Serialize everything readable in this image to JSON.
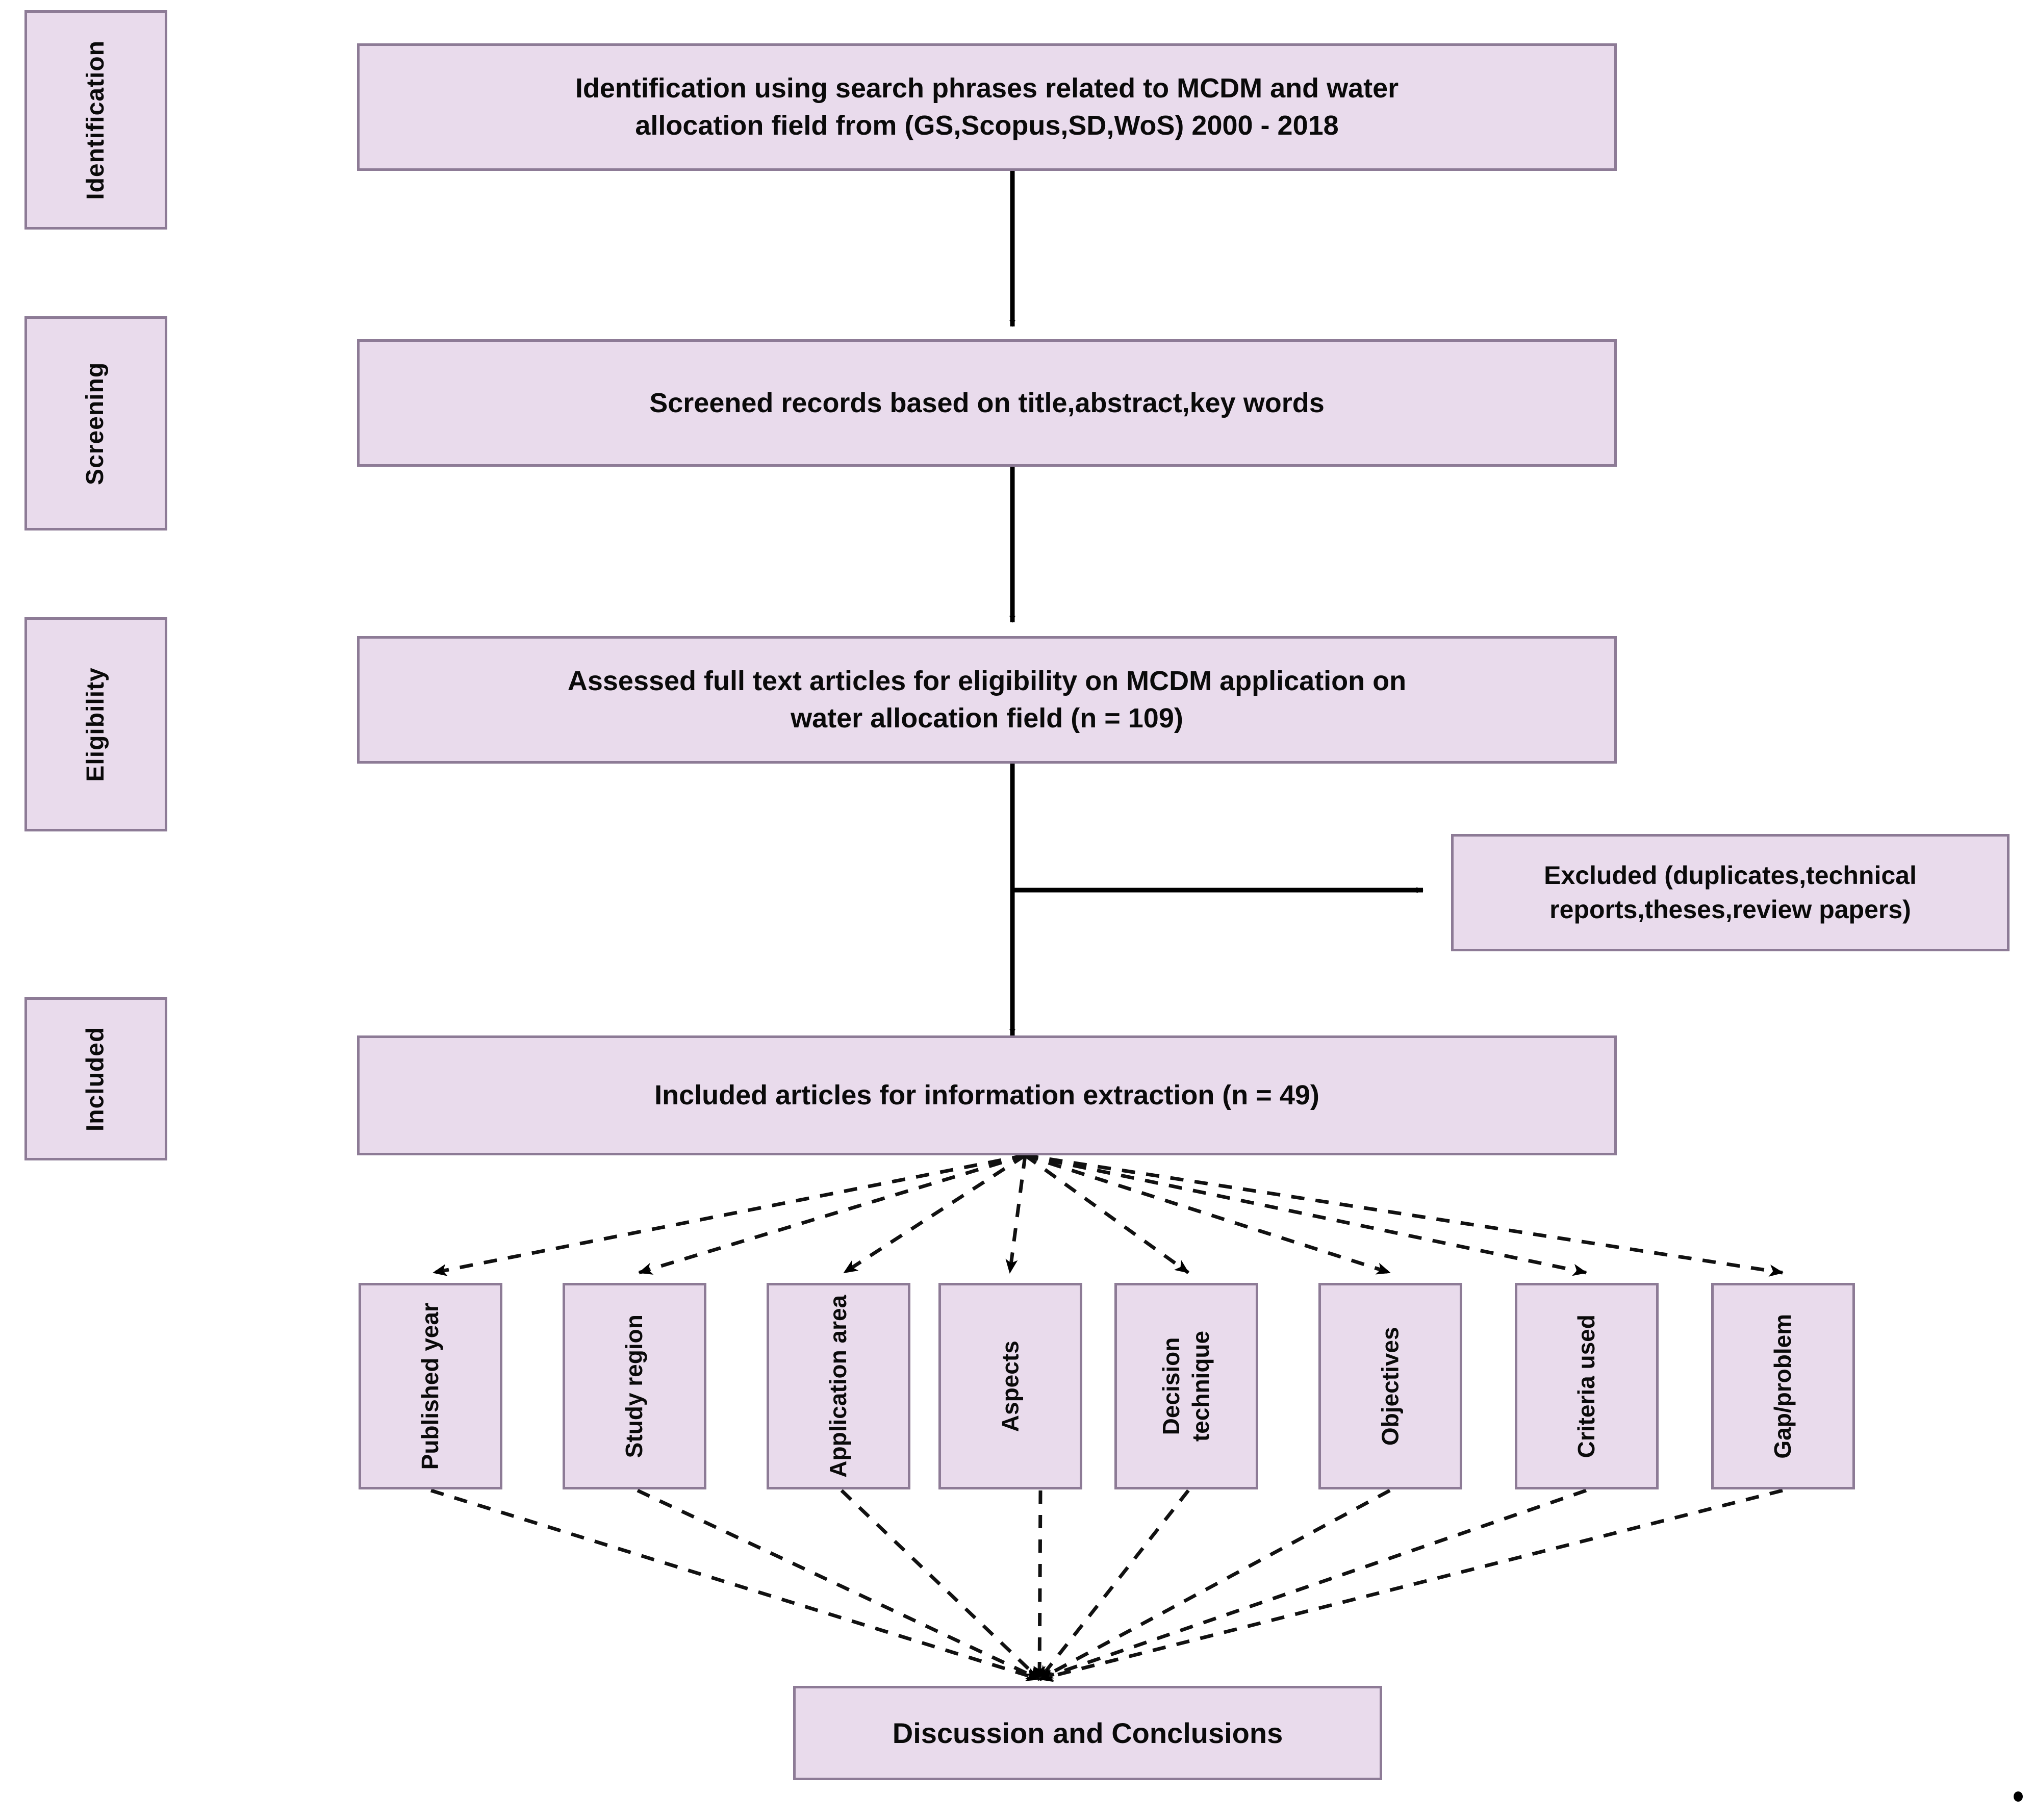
{
  "diagram": {
    "type": "prisma-flowchart",
    "accent_fill": "#e9dbec",
    "accent_border": "#8d7b96",
    "arrow_color": "#000000",
    "stages": [
      {
        "id": "identification",
        "label": "Identification"
      },
      {
        "id": "screening",
        "label": "Screening"
      },
      {
        "id": "eligibility",
        "label": "Eligibility"
      },
      {
        "id": "included",
        "label": "Included"
      }
    ],
    "flow_boxes": [
      {
        "id": "identification-box",
        "line1": "Identification using search phrases related to MCDM and water",
        "line2": "allocation field from (GS,Scopus,SD,WoS) 2000 - 2018"
      },
      {
        "id": "screening-box",
        "line1": "Screened records based on title,abstract,key words",
        "line2": ""
      },
      {
        "id": "eligibility-box",
        "line1": "Assessed full text articles  for eligibility on MCDM application on",
        "line2": "water allocation field (n = 109)"
      },
      {
        "id": "included-box",
        "line1": "Included articles for information extraction (n = 49)",
        "line2": ""
      }
    ],
    "excluded_box": {
      "line1": "Excluded (duplicates,technical",
      "line2": "reports,theses,review papers)"
    },
    "categories": [
      {
        "id": "published-year",
        "label": "Published year",
        "line2": ""
      },
      {
        "id": "study-region",
        "label": "Study region",
        "line2": ""
      },
      {
        "id": "application-area",
        "label": "Application area",
        "line2": ""
      },
      {
        "id": "aspects",
        "label": "Aspects",
        "line2": ""
      },
      {
        "id": "decision-technique",
        "label": "Decision",
        "line2": "technique"
      },
      {
        "id": "objectives",
        "label": "Objectives",
        "line2": ""
      },
      {
        "id": "criteria-used",
        "label": "Criteria used",
        "line2": ""
      },
      {
        "id": "gap-problem",
        "label": "Gap/problem",
        "line2": ""
      }
    ],
    "conclusion_box": {
      "label": "Discussion and Conclusions"
    }
  }
}
